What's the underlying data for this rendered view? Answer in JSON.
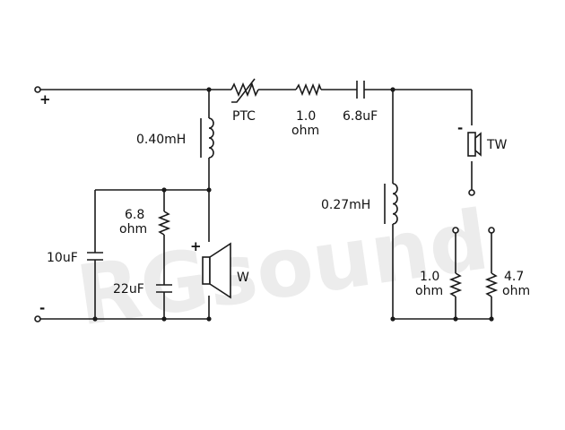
{
  "terminals": {
    "plus": "+",
    "minus": "-"
  },
  "labels": {
    "ptc": "PTC",
    "r_series_value": "1.0",
    "r_series_unit": "ohm",
    "c_series": "6.8uF",
    "l_woofer": "0.40mH",
    "r_notch_value": "6.8",
    "r_notch_unit": "ohm",
    "c_10": "10uF",
    "c_22": "22uF",
    "woofer": "W",
    "woofer_polarity": "+",
    "tweeter": "TW",
    "tweeter_polarity": "-",
    "l_tweeter": "0.27mH",
    "r_opt1_value": "1.0",
    "r_opt1_unit": "ohm",
    "r_opt2_value": "4.7",
    "r_opt2_unit": "ohm"
  },
  "watermark": "RGsound",
  "colors": {
    "ink": "#1a1a1a",
    "watermark": "#c9c9c9"
  }
}
